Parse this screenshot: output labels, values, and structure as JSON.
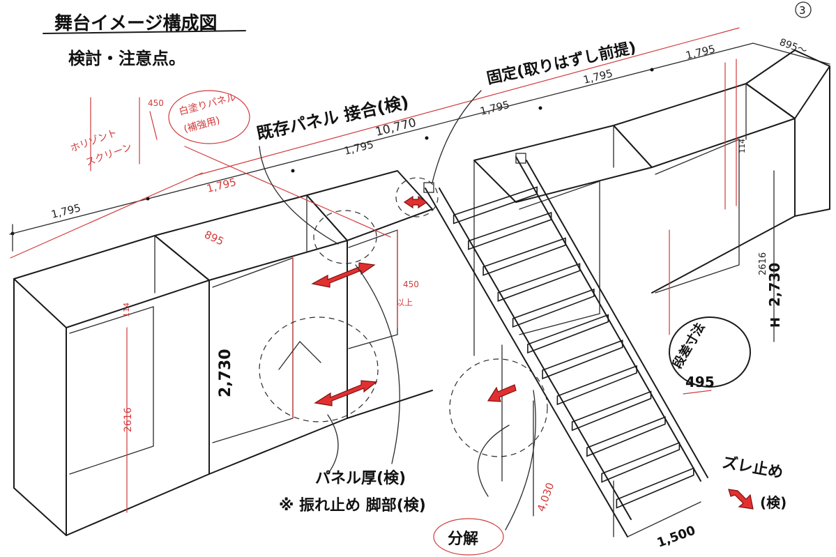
{
  "title": "舞台イメージ構成図",
  "subtitle": "検討・注意点。",
  "page_number": "3",
  "colors": {
    "ink": "#1a1a1a",
    "red": "#d23a3a",
    "arrow": "#e23030"
  },
  "labels": {
    "existing_panel": "既存パネル 接合(検)",
    "fixed_note": "固定(取りはずし前提)",
    "panel_thickness": "パネル厚(検)",
    "bracing_note": "※ 振れ止め 脚部(検)",
    "disassemble": "分解",
    "slip_stop_1": "ズレ止め",
    "slip_stop_2": "(検)",
    "step_dim": "段差寸法",
    "step_value": "495",
    "holizont_1": "ホリゾント",
    "holizont_2": "スクリーン",
    "white_panel_1": "白塗りパネル",
    "white_panel_2": "(補強用)"
  },
  "dimensions": {
    "total": "10,770",
    "module_a": "1,795",
    "module_b": "1,795",
    "module_c": "1,795",
    "module_d": "1,795",
    "module_e": "1,795",
    "module_f": "1,795",
    "depth_top": "895〜",
    "depth_red": "895",
    "height_left": "2,730",
    "height_right": "2,730",
    "inner_left": "2616",
    "inner_right": "2616",
    "panel_left": "114",
    "panel_right": "114",
    "opening_w_1": "450",
    "opening_w_2": "450",
    "opening_note": "以上",
    "stair_len": "4,030",
    "stair_w": "1,500",
    "h_mark": "H"
  }
}
